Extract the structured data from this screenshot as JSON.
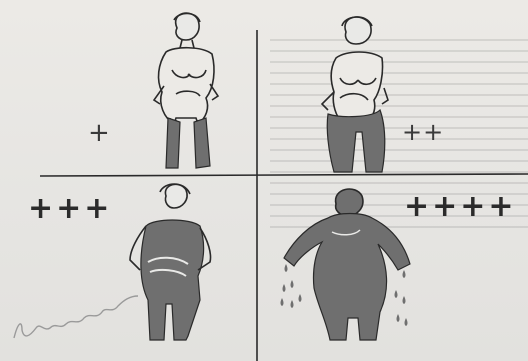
{
  "degrees": [
    {
      "id": "I",
      "label": "+"
    },
    {
      "id": "II",
      "label": "++"
    },
    {
      "id": "III",
      "label": "+++"
    },
    {
      "id": "IV",
      "label": "++++"
    }
  ],
  "colors": {
    "shading": "#6f6f6f",
    "outline": "#2a2a2a",
    "background": "#e9e9e7"
  }
}
